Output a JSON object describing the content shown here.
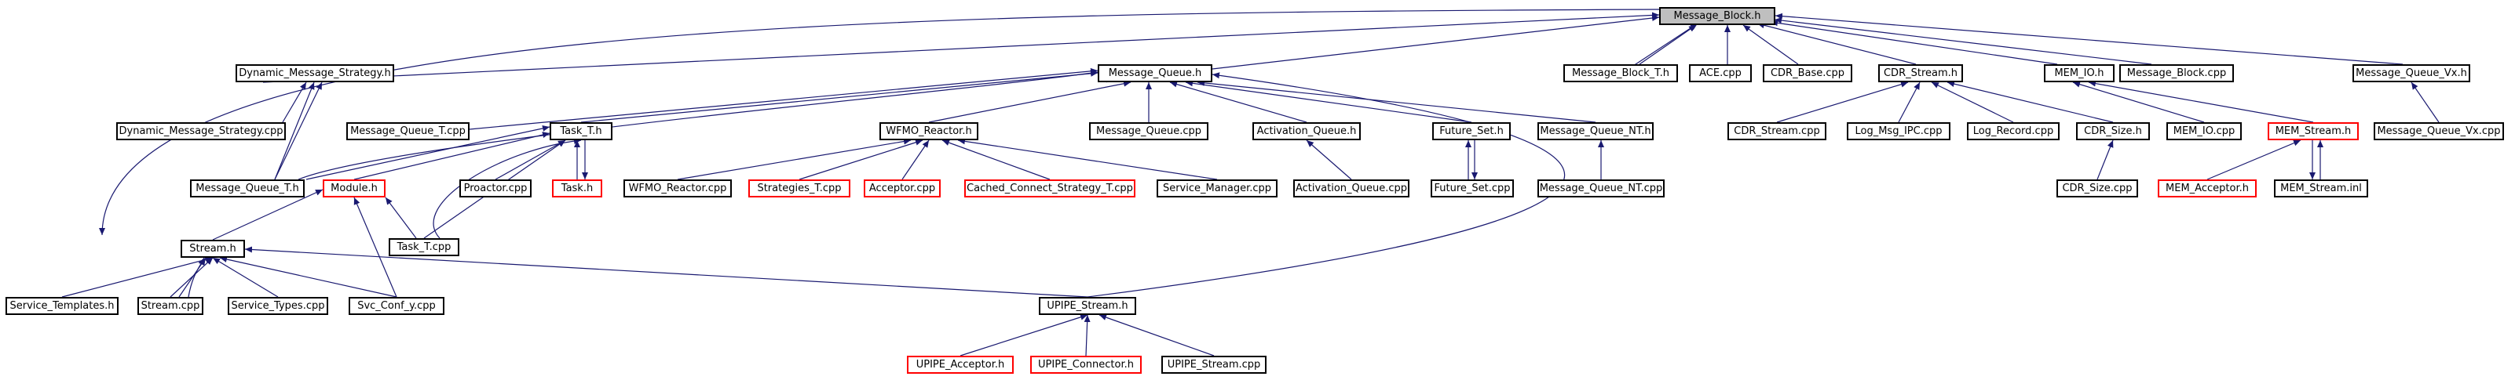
{
  "colors": {
    "edge": "#191970",
    "node_border": "#000000",
    "undocumented_border": "#ff0000",
    "root_fill": "#bfbfbf"
  },
  "nodes": {
    "message_block_h": {
      "label": "Message_Block.h"
    },
    "dynamic_message_strategy_h": {
      "label": "Dynamic_Message_Strategy.h"
    },
    "message_queue_h": {
      "label": "Message_Queue.h"
    },
    "message_block_t_h": {
      "label": "Message_Block_T.h"
    },
    "ace_cpp": {
      "label": "ACE.cpp"
    },
    "cdr_base_cpp": {
      "label": "CDR_Base.cpp"
    },
    "cdr_stream_h": {
      "label": "CDR_Stream.h"
    },
    "mem_io_h": {
      "label": "MEM_IO.h"
    },
    "message_block_cpp": {
      "label": "Message_Block.cpp"
    },
    "message_queue_vx_h": {
      "label": "Message_Queue_Vx.h"
    },
    "dynamic_message_strategy_cpp": {
      "label": "Dynamic_Message_Strategy.cpp"
    },
    "message_queue_t_cpp": {
      "label": "Message_Queue_T.cpp"
    },
    "task_t_h": {
      "label": "Task_T.h"
    },
    "wfmo_reactor_h": {
      "label": "WFMO_Reactor.h"
    },
    "message_queue_cpp": {
      "label": "Message_Queue.cpp"
    },
    "activation_queue_h": {
      "label": "Activation_Queue.h"
    },
    "future_set_h": {
      "label": "Future_Set.h"
    },
    "message_queue_nt_h": {
      "label": "Message_Queue_NT.h"
    },
    "cdr_stream_cpp": {
      "label": "CDR_Stream.cpp"
    },
    "log_msg_ipc_cpp": {
      "label": "Log_Msg_IPC.cpp"
    },
    "log_record_cpp": {
      "label": "Log_Record.cpp"
    },
    "cdr_size_h": {
      "label": "CDR_Size.h"
    },
    "mem_io_cpp": {
      "label": "MEM_IO.cpp"
    },
    "mem_stream_h": {
      "label": "MEM_Stream.h"
    },
    "message_queue_vx_cpp": {
      "label": "Message_Queue_Vx.cpp"
    },
    "message_queue_t_h": {
      "label": "Message_Queue_T.h"
    },
    "module_h": {
      "label": "Module.h"
    },
    "proactor_cpp": {
      "label": "Proactor.cpp"
    },
    "task_h": {
      "label": "Task.h"
    },
    "wfmo_reactor_cpp": {
      "label": "WFMO_Reactor.cpp"
    },
    "strategies_t_cpp": {
      "label": "Strategies_T.cpp"
    },
    "acceptor_cpp": {
      "label": "Acceptor.cpp"
    },
    "cached_connect_strategy_t_cpp": {
      "label": "Cached_Connect_Strategy_T.cpp"
    },
    "service_manager_cpp": {
      "label": "Service_Manager.cpp"
    },
    "activation_queue_cpp": {
      "label": "Activation_Queue.cpp"
    },
    "future_set_cpp": {
      "label": "Future_Set.cpp"
    },
    "message_queue_nt_cpp": {
      "label": "Message_Queue_NT.cpp"
    },
    "cdr_size_cpp": {
      "label": "CDR_Size.cpp"
    },
    "mem_acceptor_h": {
      "label": "MEM_Acceptor.h"
    },
    "mem_stream_inl": {
      "label": "MEM_Stream.inl"
    },
    "task_t_cpp": {
      "label": "Task_T.cpp"
    },
    "stream_h": {
      "label": "Stream.h"
    },
    "service_templates_h": {
      "label": "Service_Templates.h"
    },
    "stream_cpp": {
      "label": "Stream.cpp"
    },
    "service_types_cpp": {
      "label": "Service_Types.cpp"
    },
    "svc_conf_y_cpp": {
      "label": "Svc_Conf_y.cpp"
    },
    "upipe_stream_h": {
      "label": "UPIPE_Stream.h"
    },
    "upipe_acceptor_h": {
      "label": "UPIPE_Acceptor.h"
    },
    "upipe_connector_h": {
      "label": "UPIPE_Connector.h"
    },
    "upipe_stream_cpp": {
      "label": "UPIPE_Stream.cpp"
    }
  }
}
